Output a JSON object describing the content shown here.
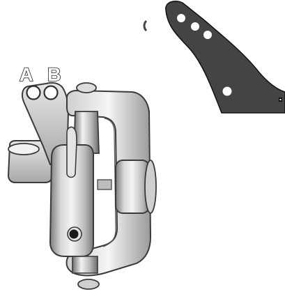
{
  "labels": {
    "hole_a": "A",
    "hole_b": "B"
  },
  "colors": {
    "bracket_fill": "#444444",
    "bracket_outline": "#111111",
    "metal_light": "#e9e9e9",
    "metal_mid": "#bdbdbd",
    "metal_dark": "#8a8a8a",
    "outline": "#3a3a3a",
    "background": "#ffffff"
  },
  "icons": {
    "caliper": "brake-caliper-illustration",
    "bracket": "mounting-bracket-silhouette"
  }
}
